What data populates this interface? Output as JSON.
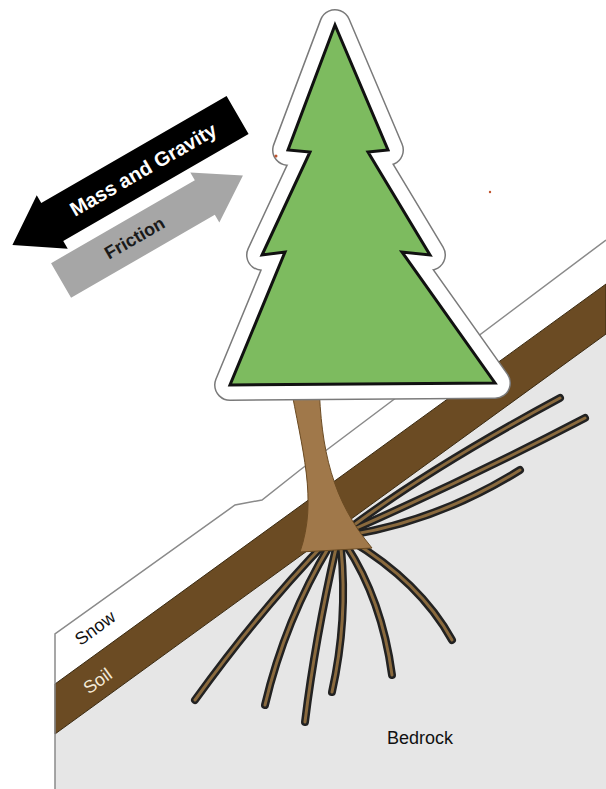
{
  "diagram": {
    "nodes": [
      {
        "text": [
          "Mass and Gravity"
        ]
      },
      {
        "text": [
          "Friction"
        ]
      }
    ],
    "labels": [
      "Snow",
      "Soil",
      "Bedrock"
    ]
  }
}
